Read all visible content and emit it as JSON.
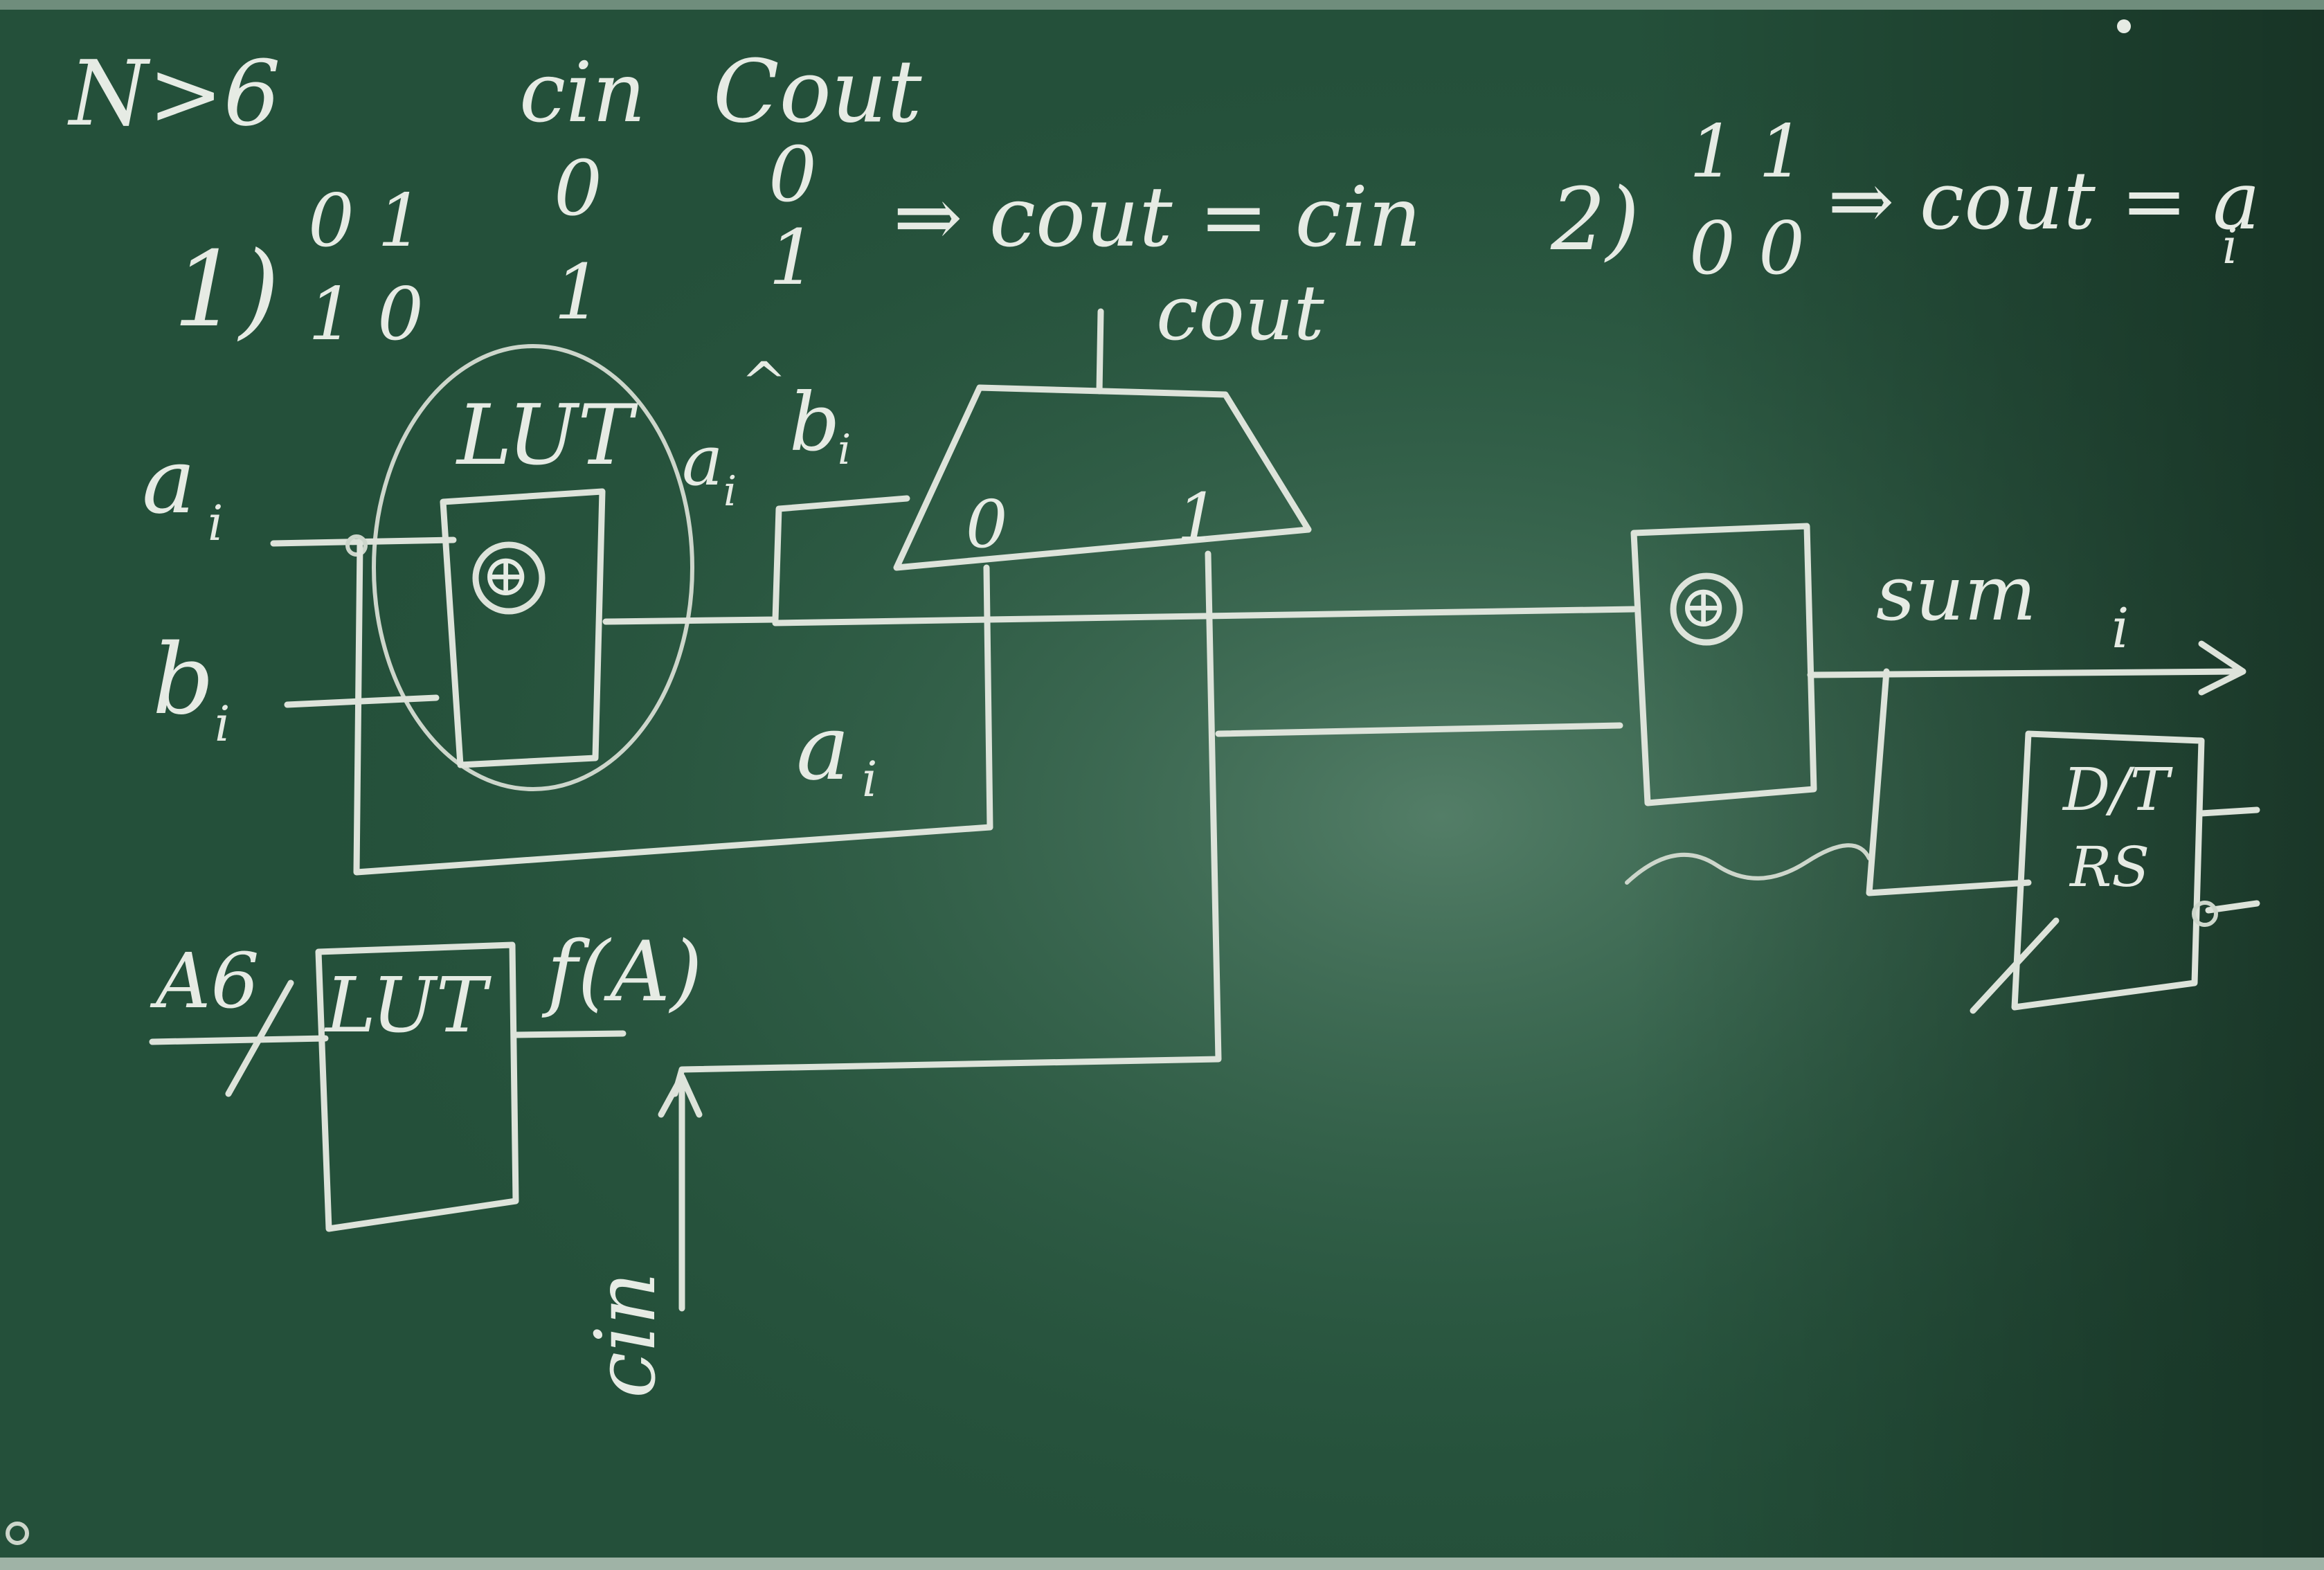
{
  "top": {
    "n_condition": "N>6",
    "cin_header": "cin",
    "cout_header": "Cout"
  },
  "case1": {
    "number": "1)",
    "row1_inputs": "0 1",
    "row2_inputs": "1 0",
    "cin_values": [
      "0",
      "1"
    ],
    "cout_values": [
      "0",
      "1"
    ],
    "result": "⇒ cout = cin"
  },
  "case2": {
    "number": "2)",
    "row1_inputs": "1 1",
    "row2_inputs": "0 0",
    "result": "⇒ cout = a",
    "result_subscript": "i"
  },
  "diagram": {
    "input_a": "a",
    "input_b": "b",
    "subscript_i": "i",
    "lut_label": "LUT",
    "xor_symbol": "⊕",
    "mux_top_a": "a",
    "mux_top_b": "b",
    "mux_zero": "0",
    "mux_one": "1",
    "cout_label": "cout",
    "ai_label": "a",
    "sum_label": "sum",
    "ff_label_top": "D/T",
    "ff_label_bottom": "RS",
    "lut2_input": "A6",
    "lut2_label": "LUT",
    "lut2_output": "f(A)",
    "cin_label": "cin"
  },
  "colors": {
    "board": "#1f4733",
    "chalk": "#e6ebe4"
  }
}
